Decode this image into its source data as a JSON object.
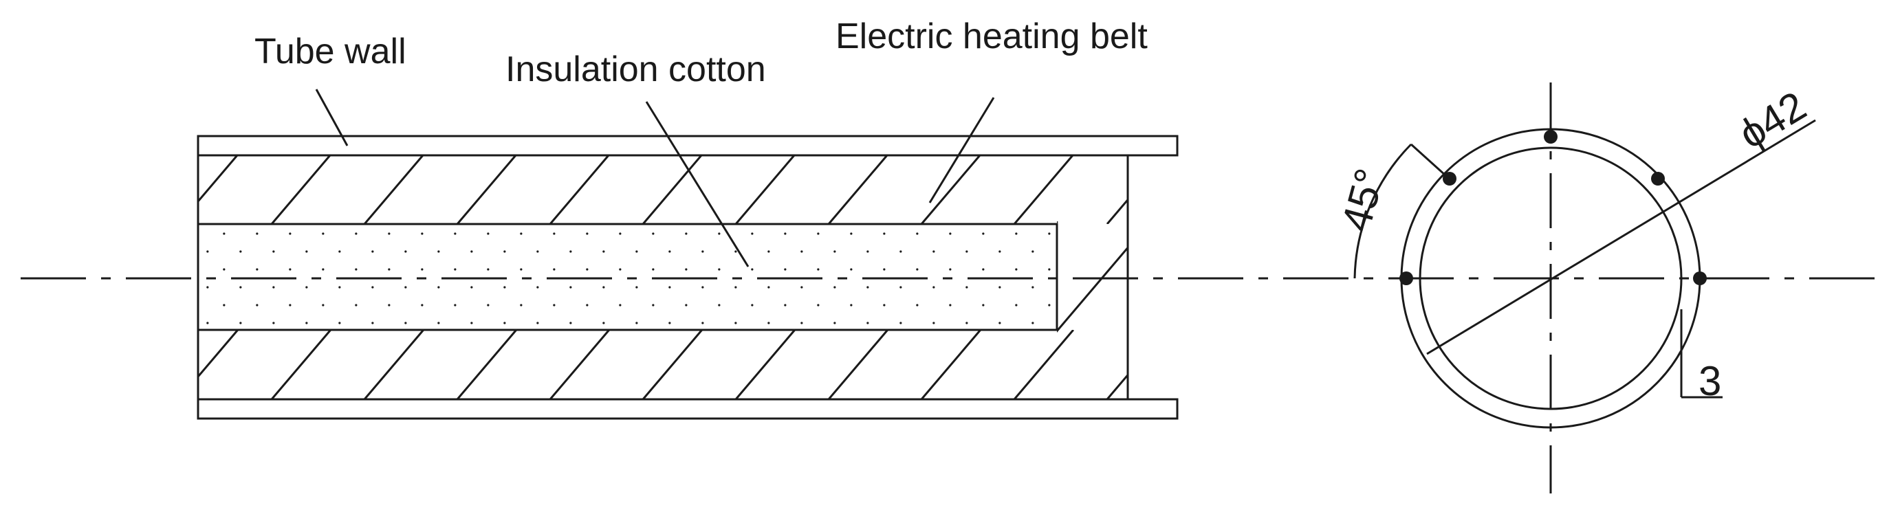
{
  "labels": {
    "tube_wall": "Tube wall",
    "insulation_cotton": "Insulation cotton",
    "electric_heating_belt": "Electric heating belt"
  },
  "dimensions": {
    "angle": "45°",
    "diameter": "ϕ42",
    "offset": "3"
  },
  "colors": {
    "ink": "#1a1a1a",
    "background": "#ffffff"
  }
}
